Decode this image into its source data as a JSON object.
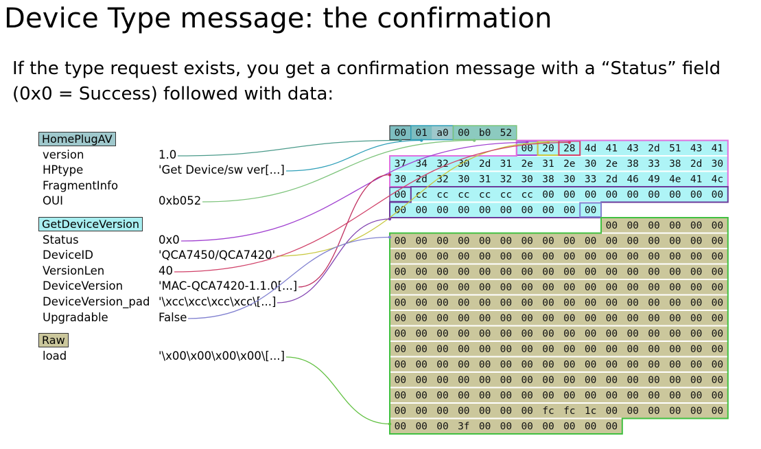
{
  "slide": {
    "title": "Device Type message: the confirmation",
    "intro_line1": "If the type request exists, you get a confirmation message with a “Status” field",
    "intro_line2": "(0x0 = Success) followed with data:"
  },
  "layers": [
    {
      "name": "HomePlugAV",
      "fill": "#9fc8cc"
    },
    {
      "name": "GetDeviceVersion",
      "fill": "#a8eef0"
    },
    {
      "name": "Raw",
      "fill": "#cbc79c"
    }
  ],
  "fields": [
    {
      "layer": 0,
      "name": "version",
      "value": "1.0",
      "color": "#4a9a8a"
    },
    {
      "layer": 0,
      "name": "HPtype",
      "value": "'Get Device/sw ver[...]",
      "color": "#2e9fb8"
    },
    {
      "layer": 0,
      "name": "FragmentInfo",
      "value": "",
      "color": ""
    },
    {
      "layer": 0,
      "name": "OUI",
      "value": "0xb052",
      "color": "#7cc37a"
    },
    {
      "layer": 1,
      "name": "Status",
      "value": "0x0",
      "color": "#a040d0"
    },
    {
      "layer": 1,
      "name": "DeviceID",
      "value": "'QCA7450/QCA7420'",
      "color": "#c8c840"
    },
    {
      "layer": 1,
      "name": "VersionLen",
      "value": "40",
      "color": "#d04068"
    },
    {
      "layer": 1,
      "name": "DeviceVersion",
      "value": "'MAC-QCA7420-1.1.0[...]",
      "color": "#c03060"
    },
    {
      "layer": 1,
      "name": "DeviceVersion_pad",
      "value": "'\\xcc\\xcc\\xcc\\xcc\\[...]",
      "color": "#8040b0"
    },
    {
      "layer": 1,
      "name": "Upgradable",
      "value": "False",
      "color": "#8080d0"
    },
    {
      "layer": 2,
      "name": "load",
      "value": "'\\x00\\x00\\x00\\x00\\[...]",
      "color": "#60c040"
    }
  ],
  "hex_rows": [
    [
      "00",
      "01",
      "a0",
      "00",
      "b0",
      "52"
    ],
    [
      "00",
      "20",
      "28",
      "4d",
      "41",
      "43",
      "2d",
      "51",
      "43",
      "41"
    ],
    [
      "37",
      "34",
      "32",
      "30",
      "2d",
      "31",
      "2e",
      "31",
      "2e",
      "30",
      "2e",
      "38",
      "33",
      "38",
      "2d",
      "30"
    ],
    [
      "30",
      "2d",
      "32",
      "30",
      "31",
      "32",
      "30",
      "38",
      "30",
      "33",
      "2d",
      "46",
      "49",
      "4e",
      "41",
      "4c"
    ],
    [
      "00",
      "cc",
      "cc",
      "cc",
      "cc",
      "cc",
      "cc",
      "00",
      "00",
      "00",
      "00",
      "00",
      "00",
      "00",
      "00",
      "00"
    ],
    [
      "00",
      "00",
      "00",
      "00",
      "00",
      "00",
      "00",
      "00",
      "00",
      "00"
    ],
    [
      "00",
      "00",
      "00",
      "00",
      "00",
      "00"
    ],
    [
      "00",
      "00",
      "00",
      "00",
      "00",
      "00",
      "00",
      "00",
      "00",
      "00",
      "00",
      "00",
      "00",
      "00",
      "00",
      "00"
    ],
    [
      "00",
      "00",
      "00",
      "00",
      "00",
      "00",
      "00",
      "00",
      "00",
      "00",
      "00",
      "00",
      "00",
      "00",
      "00",
      "00"
    ],
    [
      "00",
      "00",
      "00",
      "00",
      "00",
      "00",
      "00",
      "00",
      "00",
      "00",
      "00",
      "00",
      "00",
      "00",
      "00",
      "00"
    ],
    [
      "00",
      "00",
      "00",
      "00",
      "00",
      "00",
      "00",
      "00",
      "00",
      "00",
      "00",
      "00",
      "00",
      "00",
      "00",
      "00"
    ],
    [
      "00",
      "00",
      "00",
      "00",
      "00",
      "00",
      "00",
      "00",
      "00",
      "00",
      "00",
      "00",
      "00",
      "00",
      "00",
      "00"
    ],
    [
      "00",
      "00",
      "00",
      "00",
      "00",
      "00",
      "00",
      "00",
      "00",
      "00",
      "00",
      "00",
      "00",
      "00",
      "00",
      "00"
    ],
    [
      "00",
      "00",
      "00",
      "00",
      "00",
      "00",
      "00",
      "00",
      "00",
      "00",
      "00",
      "00",
      "00",
      "00",
      "00",
      "00"
    ],
    [
      "00",
      "00",
      "00",
      "00",
      "00",
      "00",
      "00",
      "00",
      "00",
      "00",
      "00",
      "00",
      "00",
      "00",
      "00",
      "00"
    ],
    [
      "00",
      "00",
      "00",
      "00",
      "00",
      "00",
      "00",
      "00",
      "00",
      "00",
      "00",
      "00",
      "00",
      "00",
      "00",
      "00"
    ],
    [
      "00",
      "00",
      "00",
      "00",
      "00",
      "00",
      "00",
      "00",
      "00",
      "00",
      "00",
      "00",
      "00",
      "00",
      "00",
      "00"
    ],
    [
      "00",
      "00",
      "00",
      "00",
      "00",
      "00",
      "00",
      "00",
      "00",
      "00",
      "00",
      "00",
      "00",
      "00",
      "00",
      "00"
    ],
    [
      "00",
      "00",
      "00",
      "00",
      "00",
      "00",
      "00",
      "fc",
      "fc",
      "1c",
      "00",
      "00",
      "00",
      "00",
      "00",
      "00"
    ],
    [
      "00",
      "00",
      "00",
      "3f",
      "00",
      "00",
      "00",
      "00",
      "00",
      "00",
      "00"
    ]
  ],
  "colors": {
    "homeplug_fill": "#9fc8cc",
    "getdevice_fill": "#aef4f6",
    "raw_fill": "#cbc79c",
    "getdevice_border": "#e070e0",
    "raw_border": "#40c040",
    "pad_border": "#6a3a9a"
  }
}
